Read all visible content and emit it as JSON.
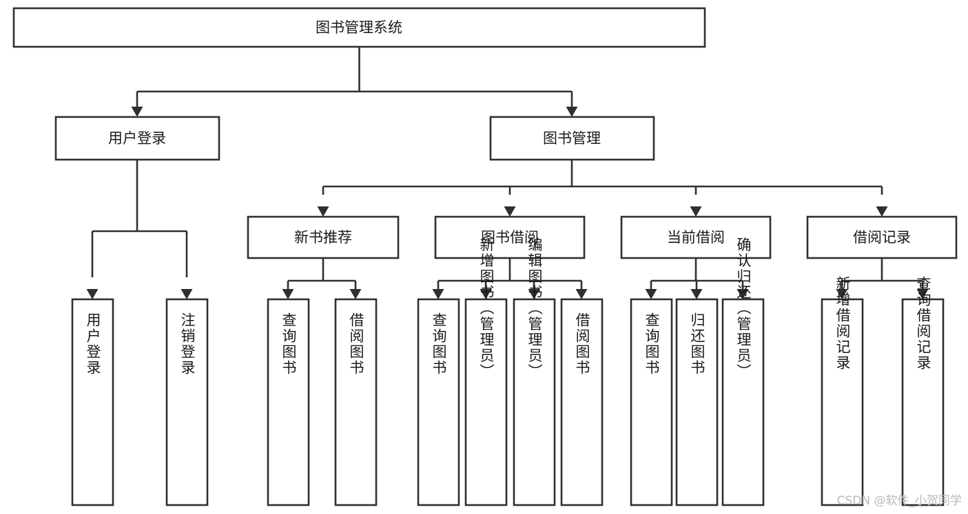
{
  "diagram": {
    "type": "tree-hierarchy",
    "title": "图书管理系统",
    "root": {
      "label": "图书管理系统",
      "id": "root-system"
    },
    "level2": [
      {
        "id": "user-login",
        "label": "用户登录"
      },
      {
        "id": "book-management",
        "label": "图书管理"
      }
    ],
    "level3": [
      {
        "id": "new-book-recommend",
        "label": "新书推荐",
        "parent": "book-management"
      },
      {
        "id": "book-borrow",
        "label": "图书借阅",
        "parent": "book-management"
      },
      {
        "id": "current-borrow",
        "label": "当前借阅",
        "parent": "book-management"
      },
      {
        "id": "borrow-record",
        "label": "借阅记录",
        "parent": "book-management"
      }
    ],
    "leaves": {
      "user-login": [
        {
          "id": "leaf-user-login",
          "label": "用户登录"
        },
        {
          "id": "leaf-logout-login",
          "label": "注销登录"
        }
      ],
      "new-book-recommend": [
        {
          "id": "leaf-query-book-1",
          "label": "查询图书"
        },
        {
          "id": "leaf-borrow-book-1",
          "label": "借阅图书"
        }
      ],
      "book-borrow": [
        {
          "id": "leaf-query-book-2",
          "label": "查询图书"
        },
        {
          "id": "leaf-add-book",
          "label": "新增图书（管理员）"
        },
        {
          "id": "leaf-edit-book",
          "label": "编辑图书（管理员）"
        },
        {
          "id": "leaf-borrow-book-2",
          "label": "借阅图书"
        }
      ],
      "current-borrow": [
        {
          "id": "leaf-query-book-3",
          "label": "查询图书"
        },
        {
          "id": "leaf-return-book",
          "label": "归还图书"
        },
        {
          "id": "leaf-confirm-return",
          "label": "确认归还（管理员）"
        }
      ],
      "borrow-record": [
        {
          "id": "leaf-add-record",
          "label": "新增借阅记录"
        },
        {
          "id": "leaf-query-record",
          "label": "查询借阅记录"
        }
      ]
    },
    "colors": {
      "box_stroke": "#2f2f2f",
      "box_fill": "#ffffff",
      "connector": "#2f2f2f",
      "text": "#1a1a1a",
      "background": "#ffffff",
      "watermark": "#b9b9b9"
    }
  },
  "watermark": {
    "label": "CSDN @软件_小贺同学"
  }
}
